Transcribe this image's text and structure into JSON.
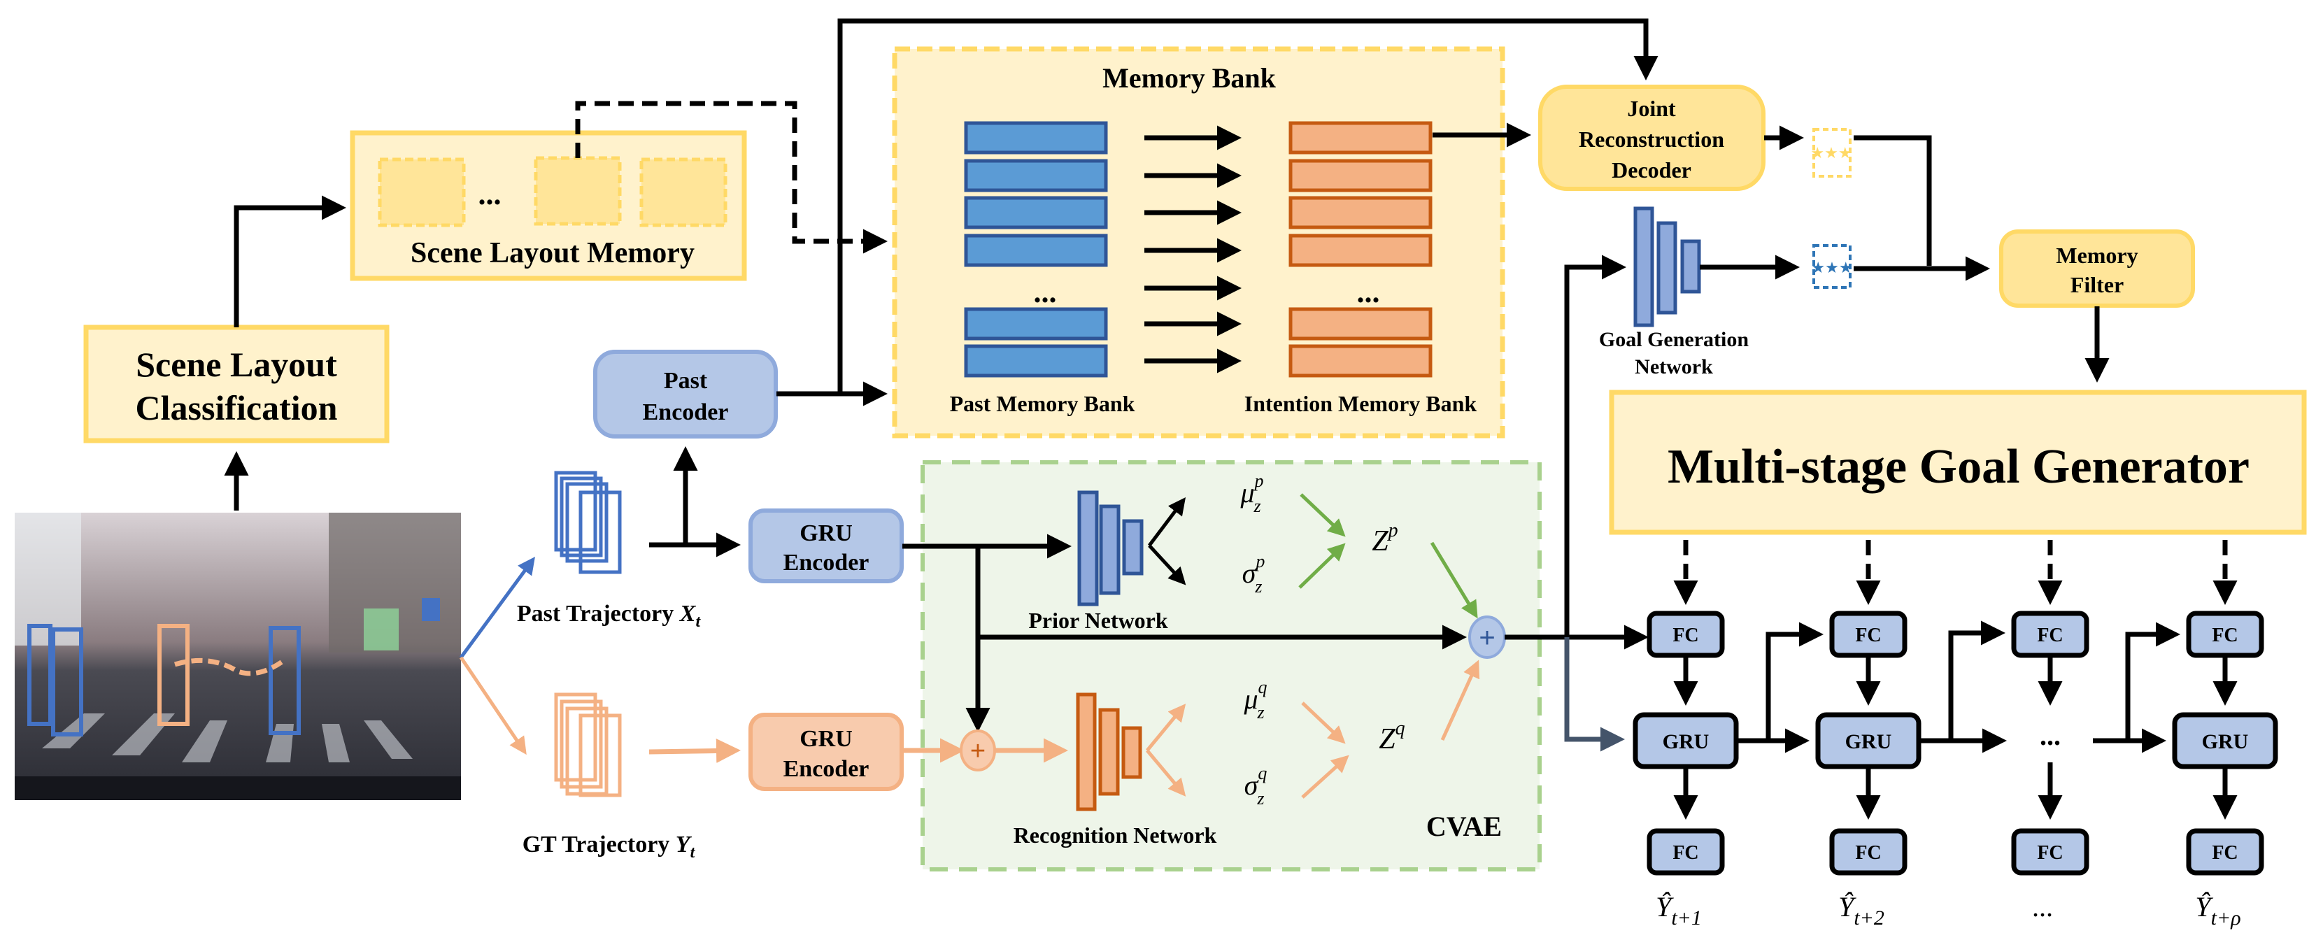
{
  "figure": {
    "scene_layout_classification": [
      "Scene Layout",
      "Classification"
    ],
    "scene_layout_memory": {
      "label": "Scene Layout Memory",
      "ellipsis": "..."
    },
    "memory_bank": {
      "title": "Memory Bank",
      "past_label": "Past Memory Bank",
      "intention_label": "Intention Memory Bank",
      "ellipsis": "...",
      "slots_visible": 6
    },
    "past_encoder": [
      "Past",
      "Encoder"
    ],
    "gru_encoder_past": [
      "GRU",
      "Encoder"
    ],
    "gru_encoder_gt": [
      "GRU",
      "Encoder"
    ],
    "past_trajectory": {
      "label": "Past Trajectory ",
      "symbol": "X",
      "sub": "t"
    },
    "gt_trajectory": {
      "label": "GT Trajectory ",
      "symbol": "Y",
      "sub": "t"
    },
    "joint_reconstruction_decoder": [
      "Joint",
      "Reconstruction",
      "Decoder"
    ],
    "goal_generation_network": [
      "Goal Generation",
      "Network"
    ],
    "memory_filter": [
      "Memory",
      "Filter"
    ],
    "multi_stage_goal_generator": "Multi-stage Goal Generator",
    "cvae": {
      "label": "CVAE",
      "prior_network": "Prior Network",
      "recognition_network": "Recognition Network",
      "mu_p": {
        "base": "μ",
        "sup": "p",
        "sub": "z"
      },
      "sigma_p": {
        "base": "σ",
        "sup": "p",
        "sub": "z"
      },
      "z_p": {
        "base": "Z",
        "sup": "p"
      },
      "mu_q": {
        "base": "μ",
        "sup": "q",
        "sub": "z"
      },
      "sigma_q": {
        "base": "σ",
        "sup": "q",
        "sub": "z"
      },
      "z_q": {
        "base": "Z",
        "sup": "q"
      },
      "plus": "+"
    },
    "decoder": {
      "fc_label": "FC",
      "gru_label": "GRU",
      "ellipsis": "...",
      "outputs": [
        {
          "base": "Ŷ",
          "sub": "t+1"
        },
        {
          "base": "Ŷ",
          "sub": "t+2"
        },
        {
          "base": "...",
          "sub": ""
        },
        {
          "base": "Ŷ",
          "sub": "t+ρ"
        }
      ]
    },
    "colors": {
      "yellow_fill": "#fff2cc",
      "yellow_border": "#ffd966",
      "blue_box": "#b4c7e7",
      "blue_accent": "#4472c4",
      "orange_box": "#f8cbad",
      "orange_accent": "#f4b183",
      "green_arrow": "#70ad47",
      "cvae_fill": "#eef5e9",
      "cvae_border": "#a9d18e"
    }
  }
}
